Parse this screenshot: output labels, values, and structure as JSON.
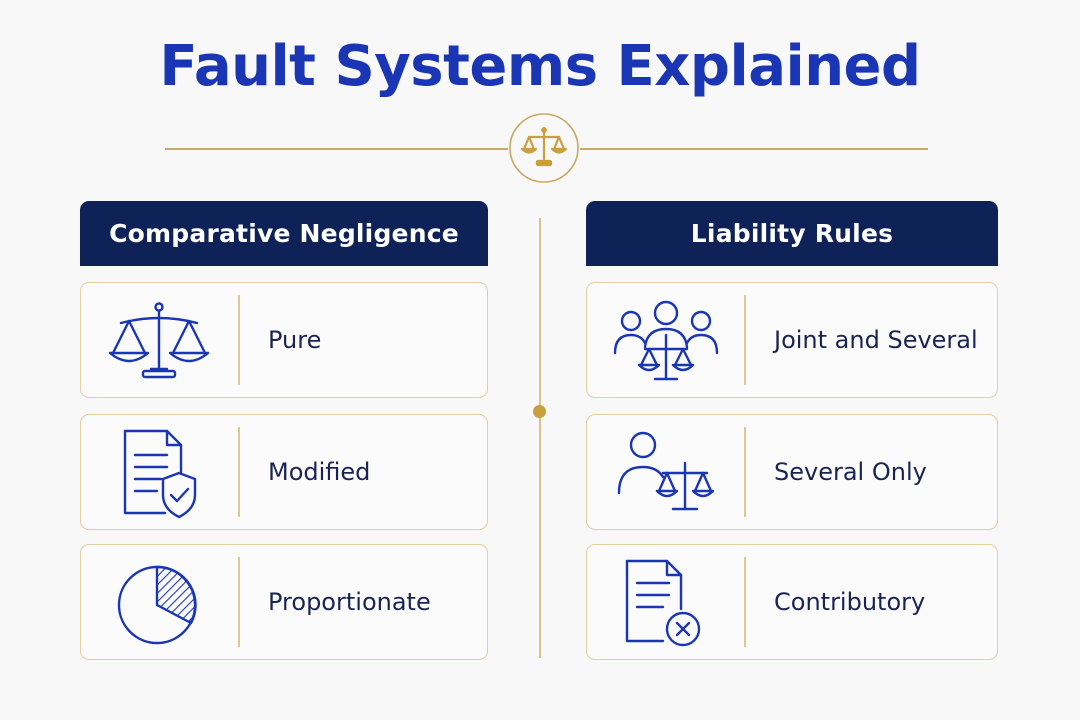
{
  "title": "Fault Systems Explained",
  "colors": {
    "title": "#1b36b4",
    "header_bg": "#0f2258",
    "gold": "#c9a960",
    "icon": "#1b36b4"
  },
  "columns": [
    {
      "header": "Comparative Negligence",
      "items": [
        {
          "label": "Pure",
          "icon": "scales-icon"
        },
        {
          "label": "Modified",
          "icon": "document-shield-icon"
        },
        {
          "label": "Proportionate",
          "icon": "pie-chart-icon"
        }
      ]
    },
    {
      "header": "Liability Rules",
      "items": [
        {
          "label": "Joint and Several",
          "icon": "group-scales-icon"
        },
        {
          "label": "Several Only",
          "icon": "person-scales-icon"
        },
        {
          "label": "Contributory",
          "icon": "document-x-icon"
        }
      ]
    }
  ]
}
